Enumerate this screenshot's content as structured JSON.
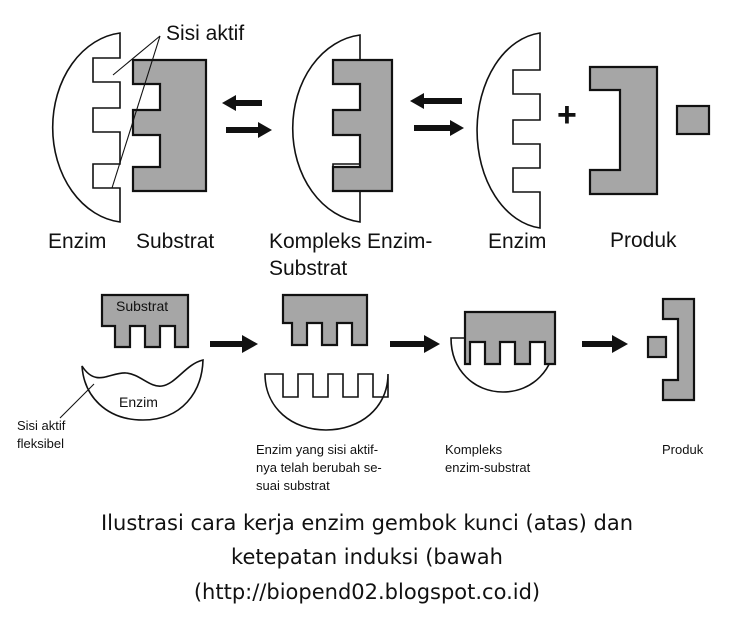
{
  "labels": {
    "sisi_aktif": "Sisi aktif",
    "enzim_1": "Enzim",
    "substrat_1": "Substrat",
    "kompleks_line1": "Kompleks  Enzim-",
    "kompleks_line2": "Substrat",
    "enzim_2": "Enzim",
    "produk_1": "Produk",
    "plus_sign": "+",
    "substrat_2": "Substrat",
    "enzim_3": "Enzim",
    "sisi_aktif_fleksibel": "Sisi aktif\nfleksibel",
    "enzim_berubah": "Enzim yang sisi aktif-\nnya telah berubah se-\nsuai substrat",
    "kompleks_bawah": "Kompleks\nenzim-substrat",
    "produk_2": "Produk"
  },
  "caption": {
    "line1": "Ilustrasi cara kerja enzim  gembok kunci (atas) dan",
    "line2": "ketepatan induksi (bawah",
    "line3": "(http://biopend02.blogspot.co.id)"
  },
  "colors": {
    "substrate_fill": "#a6a6a6",
    "outline": "#111111",
    "background": "#ffffff"
  }
}
